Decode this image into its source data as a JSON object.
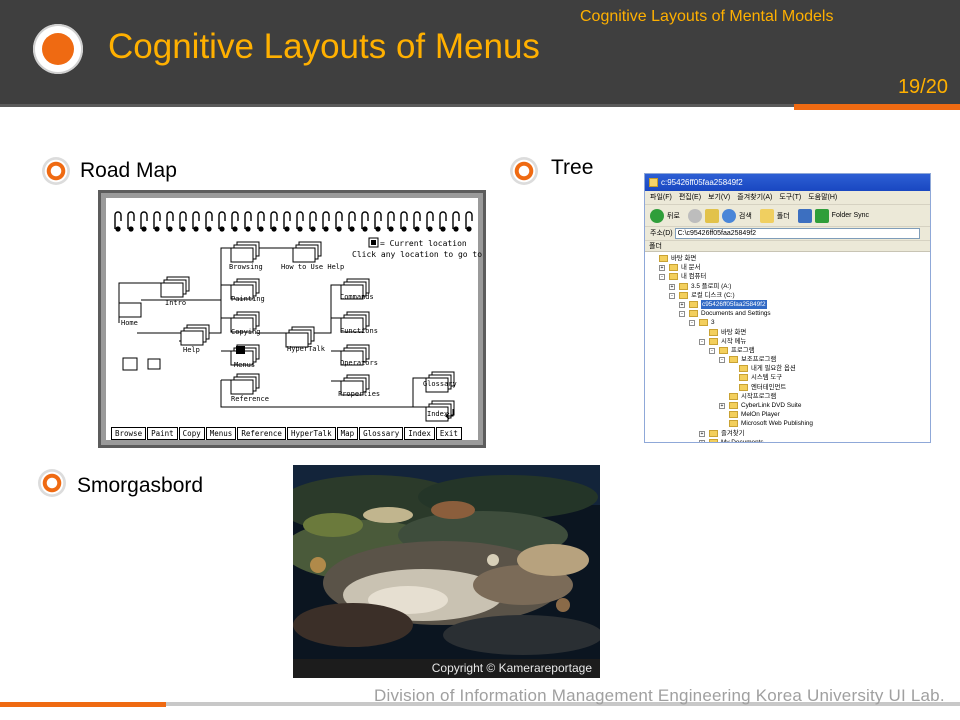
{
  "header": {
    "top_subtitle": "Cognitive Layouts of Mental Models",
    "title": "Cognitive Layouts of Menus",
    "page_number": "19/20"
  },
  "sections": {
    "road_map": "Road Map",
    "tree": "Tree",
    "smorgasbord": "Smorgasbord"
  },
  "road_map_image": {
    "legend_line1": "= Current location",
    "legend_line2": "Click any location to go to it.",
    "nodes": {
      "intro": "Intro",
      "home": "Home",
      "help": "Help",
      "browsing": "Browsing",
      "how_to_use_help": "How to Use Help",
      "painting": "Painting",
      "copying": "Copying",
      "menus": "Menus",
      "reference": "Reference",
      "hypertalk": "HyperTalk",
      "commands": "Commands",
      "functions": "Functions",
      "operators": "Operators",
      "properties": "Properties",
      "glossary": "Glossary",
      "index": "Index"
    },
    "tabs": [
      "Browse",
      "Paint",
      "Copy",
      "Menus",
      "Reference",
      "HyperTalk",
      "Map",
      "Glossary",
      "Index",
      "Exit"
    ]
  },
  "tree_image": {
    "window_title": "c:95426ff05faa25849f2",
    "menu": [
      "파일(F)",
      "편집(E)",
      "보기(V)",
      "즐겨찾기(A)",
      "도구(T)",
      "도움말(H)"
    ],
    "toolbar": {
      "back": "뒤로",
      "search": "검색",
      "folders": "폴더",
      "folder_sync": "Folder Sync"
    },
    "address_label": "주소(D)",
    "address_value": "C:\\c95426ff05faa25849f2",
    "pane_header": "폴더",
    "rows": [
      {
        "label": "바탕 화면",
        "level": 0,
        "expander": ""
      },
      {
        "label": "내 문서",
        "level": 1,
        "expander": "+"
      },
      {
        "label": "내 컴퓨터",
        "level": 1,
        "expander": "-"
      },
      {
        "label": "3.5 플로피 (A:)",
        "level": 2,
        "expander": "+"
      },
      {
        "label": "로컬 디스크 (C:)",
        "level": 2,
        "expander": "-"
      },
      {
        "label": "c95426ff05faa25849f2",
        "level": 3,
        "expander": "+",
        "selected": true
      },
      {
        "label": "Documents and Settings",
        "level": 3,
        "expander": "-"
      },
      {
        "label": "3",
        "level": 4,
        "expander": "-"
      },
      {
        "label": "바탕 화면",
        "level": 5,
        "expander": ""
      },
      {
        "label": "시작 메뉴",
        "level": 5,
        "expander": "-"
      },
      {
        "label": "프로그램",
        "level": 6,
        "expander": "-"
      },
      {
        "label": "보조프로그램",
        "level": 7,
        "expander": "-"
      },
      {
        "label": "내게 필요한 옵션",
        "level": 8,
        "expander": ""
      },
      {
        "label": "시스템 도구",
        "level": 8,
        "expander": ""
      },
      {
        "label": "엔터테인먼트",
        "level": 8,
        "expander": ""
      },
      {
        "label": "시작프로그램",
        "level": 7,
        "expander": ""
      },
      {
        "label": "CyberLink DVD Suite",
        "level": 7,
        "expander": "+"
      },
      {
        "label": "MelOn Player",
        "level": 7,
        "expander": ""
      },
      {
        "label": "Microsoft Web Publishing",
        "level": 7,
        "expander": ""
      },
      {
        "label": "즐겨찾기",
        "level": 5,
        "expander": "+"
      },
      {
        "label": "My Documents",
        "level": 5,
        "expander": "+"
      }
    ]
  },
  "photo": {
    "caption": "Copyright © Kamerareportage"
  },
  "footer": {
    "text": "Division of Information Management Engineering    Korea University UI Lab."
  }
}
